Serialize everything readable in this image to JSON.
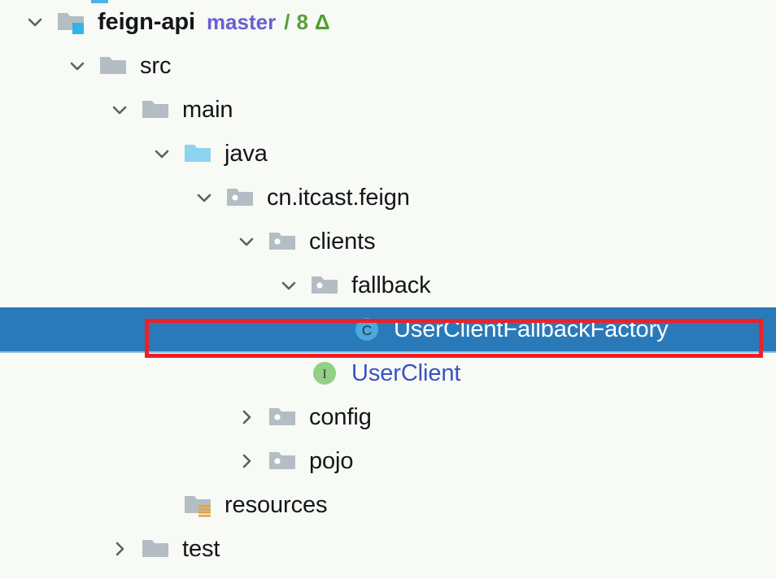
{
  "window": {
    "background_color": "#f7faf5",
    "selection_color": "#2a7ab9",
    "annotation_color": "#ee2025"
  },
  "project_tree": {
    "name": "project-tool-window",
    "rows": [
      {
        "label": "feign-api",
        "icon": "module-folder-icon",
        "chevron": "chevron-down-icon",
        "depth": 0,
        "bold": true,
        "selected": false,
        "vcs": {
          "branch": "master",
          "separator": "/",
          "count": "8",
          "delta": "Δ"
        }
      },
      {
        "label": "src",
        "icon": "folder-icon",
        "chevron": "chevron-down-icon",
        "depth": 1,
        "bold": false,
        "selected": false
      },
      {
        "label": "main",
        "icon": "folder-icon",
        "chevron": "chevron-down-icon",
        "depth": 2,
        "bold": false,
        "selected": false
      },
      {
        "label": "java",
        "icon": "source-root-folder-icon",
        "chevron": "chevron-down-icon",
        "depth": 3,
        "bold": false,
        "selected": false
      },
      {
        "label": "cn.itcast.feign",
        "icon": "package-icon",
        "chevron": "chevron-down-icon",
        "depth": 4,
        "bold": false,
        "selected": false
      },
      {
        "label": "clients",
        "icon": "package-icon",
        "chevron": "chevron-down-icon",
        "depth": 5,
        "bold": false,
        "selected": false
      },
      {
        "label": "fallback",
        "icon": "package-icon",
        "chevron": "chevron-down-icon",
        "depth": 6,
        "bold": false,
        "selected": false
      },
      {
        "label": "UserClientFallbackFactory",
        "icon": "java-class-icon",
        "chevron": "none",
        "depth": 7,
        "bold": false,
        "selected": true
      },
      {
        "label": "UserClient",
        "icon": "java-interface-icon",
        "chevron": "none",
        "depth": 6,
        "bold": false,
        "link": true,
        "selected": false
      },
      {
        "label": "config",
        "icon": "package-icon",
        "chevron": "chevron-right-icon",
        "depth": 5,
        "bold": false,
        "selected": false
      },
      {
        "label": "pojo",
        "icon": "package-icon",
        "chevron": "chevron-right-icon",
        "depth": 5,
        "bold": false,
        "selected": false
      },
      {
        "label": "resources",
        "icon": "resource-root-folder-icon",
        "chevron": "none",
        "depth": 3,
        "bold": false,
        "selected": false
      },
      {
        "label": "test",
        "icon": "folder-icon",
        "chevron": "chevron-right-icon",
        "depth": 2,
        "bold": false,
        "selected": false
      }
    ]
  }
}
